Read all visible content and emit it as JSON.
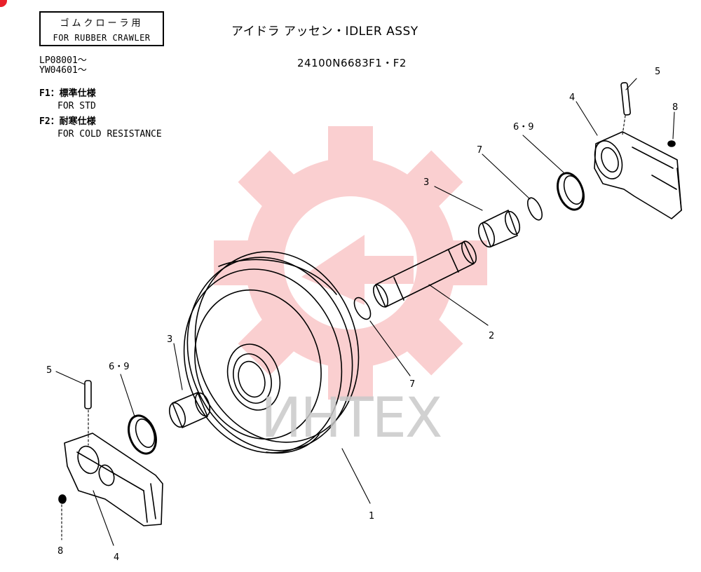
{
  "header": {
    "rubber_jp": "ゴムクローラ用",
    "rubber_en": "FOR RUBBER CRAWLER",
    "serial_1": "LP08001～",
    "serial_2": "YW04601～",
    "title": "アイドラ アッセン・IDLER ASSY",
    "part_number": "24100N6683F1・F2"
  },
  "variants": [
    {
      "code": "F1：",
      "jp": "標準仕様",
      "en": "FOR STD"
    },
    {
      "code": "F2：",
      "jp": "耐寒仕様",
      "en": "FOR COLD RESISTANCE"
    }
  ],
  "callouts": {
    "c1": "1",
    "c2": "2",
    "c3a": "3",
    "c3b": "3",
    "c4a": "4",
    "c4b": "4",
    "c5a": "5",
    "c5b": "5",
    "c69a": "6・9",
    "c69b": "6・9",
    "c7a": "7",
    "c7b": "7",
    "c8a": "8",
    "c8b": "8"
  },
  "watermark": "ИНТЕХ",
  "colors": {
    "badge": "#e8202a",
    "watermark_gear": "#f6a0a2",
    "watermark_text": "#c9c9c9"
  }
}
